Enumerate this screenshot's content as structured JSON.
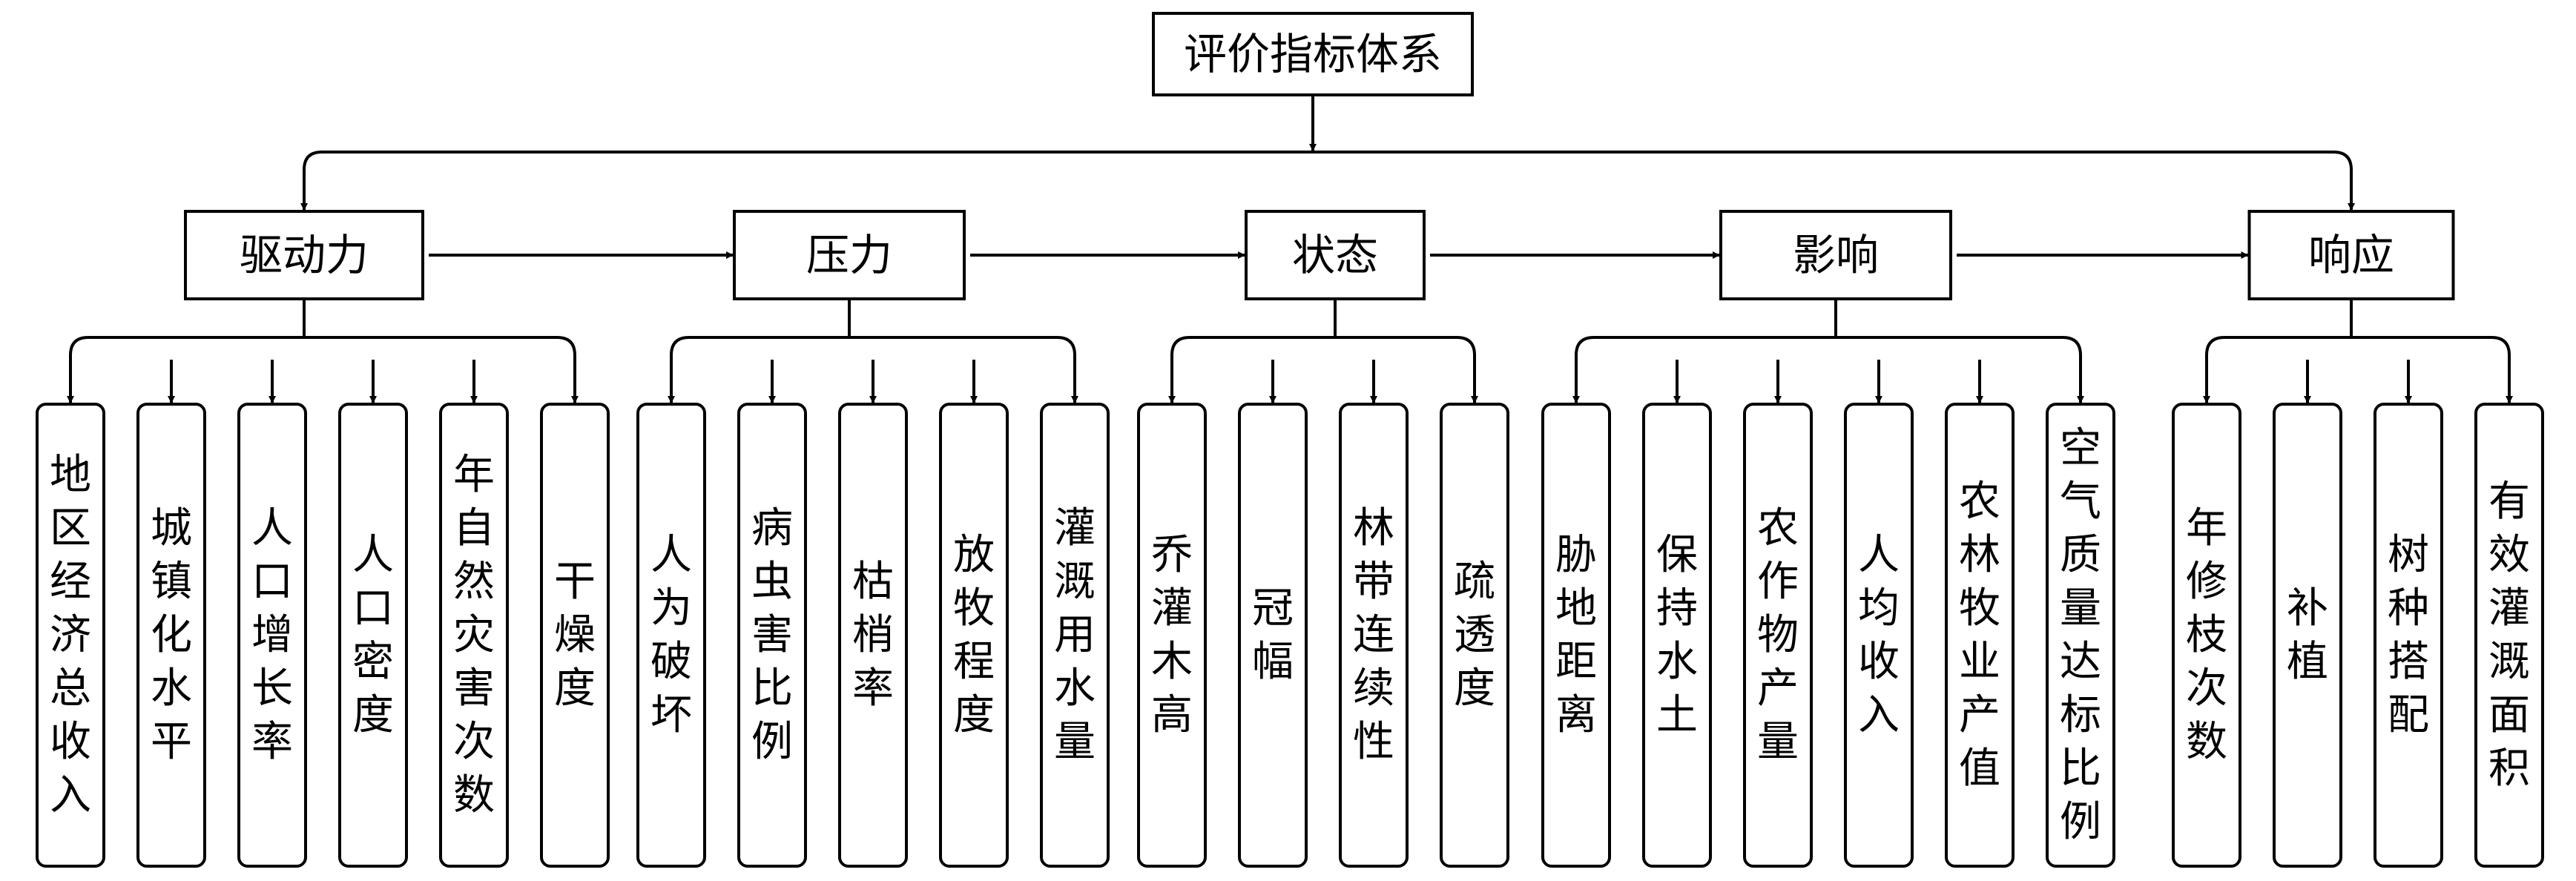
{
  "diagram": {
    "root": {
      "label": "评价指标体系"
    },
    "categories": [
      {
        "label": "驱动力",
        "indicators": [
          "地区经济总收入",
          "城镇化水平",
          "人口增长率",
          "人口密度",
          "年自然灾害次数",
          "干燥度"
        ]
      },
      {
        "label": "压力",
        "indicators": [
          "人为破坏",
          "病虫害比例",
          "枯梢率",
          "放牧程度",
          "灌溉用水量"
        ]
      },
      {
        "label": "状态",
        "indicators": [
          "乔灌木高",
          "冠幅",
          "林带连续性",
          "疏透度"
        ]
      },
      {
        "label": "影响",
        "indicators": [
          "胁地距离",
          "保持水土",
          "农作物产量",
          "人均收入",
          "农林牧业产值",
          "空气质量达标比例"
        ]
      },
      {
        "label": "响应",
        "indicators": [
          "年修枝次数",
          "补植",
          "树种搭配",
          "有效灌溉面积"
        ]
      }
    ],
    "colors": {
      "stroke": "#000000",
      "fill": "#ffffff",
      "text": "#000000"
    }
  }
}
